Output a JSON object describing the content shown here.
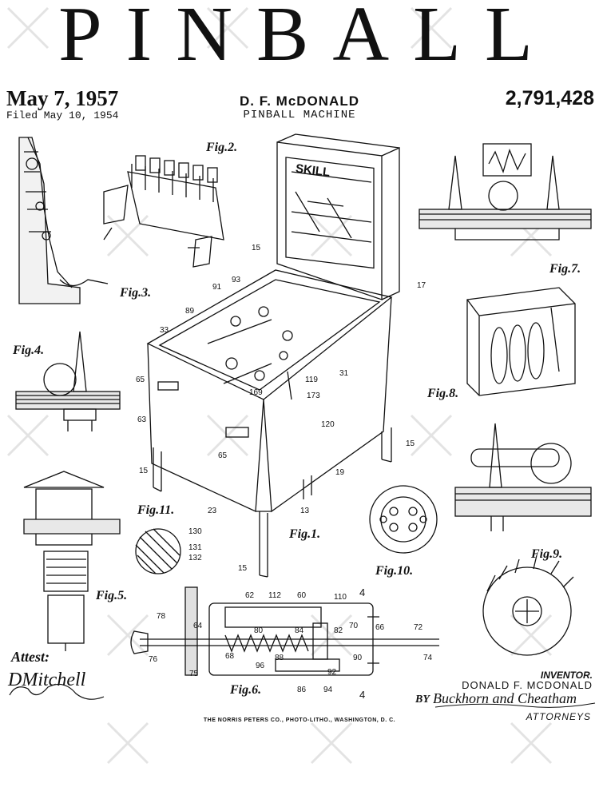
{
  "header": {
    "title": "PINBALL",
    "date": "May 7, 1957",
    "filed": "Filed May 10, 1954",
    "inventor_heading": "D. F. McDONALD",
    "subtitle": "PINBALL MACHINE",
    "patent_number": "2,791,428"
  },
  "figures": {
    "fig1": "Fig.1.",
    "fig2": "Fig.2.",
    "fig3": "Fig.3.",
    "fig4": "Fig.4.",
    "fig5": "Fig.5.",
    "fig6": "Fig.6.",
    "fig7": "Fig.7.",
    "fig8": "Fig.8.",
    "fig9": "Fig.9.",
    "fig10": "Fig.10.",
    "fig11": "Fig.11."
  },
  "backbox": {
    "skill_text": "SKILL"
  },
  "reference_numbers": {
    "r15a": "15",
    "r17": "17",
    "r91": "91",
    "r93": "93",
    "r89": "89",
    "r33": "33",
    "r65a": "65",
    "r63": "63",
    "r65b": "65",
    "r31": "31",
    "r119": "119",
    "r169": "169",
    "r173": "173",
    "r120": "120",
    "r19": "19",
    "r15b": "15",
    "r15c": "15",
    "r23": "23",
    "r13": "13",
    "r15d": "15",
    "r130": "130",
    "r131": "131",
    "r132": "132",
    "r62": "62",
    "r112": "112",
    "r60": "60",
    "r110": "110",
    "r4a": "4",
    "r64": "64",
    "r70": "70",
    "r66": "66",
    "r72": "72",
    "r76": "76",
    "r78": "78",
    "r68": "68",
    "r80": "80",
    "r84": "84",
    "r82": "82",
    "r75": "75",
    "r96": "96",
    "r88": "88",
    "r90": "90",
    "r92": "92",
    "r86": "86",
    "r94": "94",
    "r4b": "4",
    "r74": "74"
  },
  "signatures": {
    "attest_label": "Attest:",
    "attest_signature": "DMitchell",
    "inventor_label": "INVENTOR.",
    "inventor_name": "DONALD F. MCDONALD",
    "by_label": "BY",
    "attorney_signature": "Buckhorn and Cheatham",
    "attorneys_label": "ATTORNEYS"
  },
  "footer": {
    "printer": "THE NORRIS PETERS CO., PHOTO-LITHO., WASHINGTON, D. C."
  },
  "colors": {
    "ink": "#111111",
    "background": "#ffffff",
    "watermark": "#d9d9d9"
  }
}
